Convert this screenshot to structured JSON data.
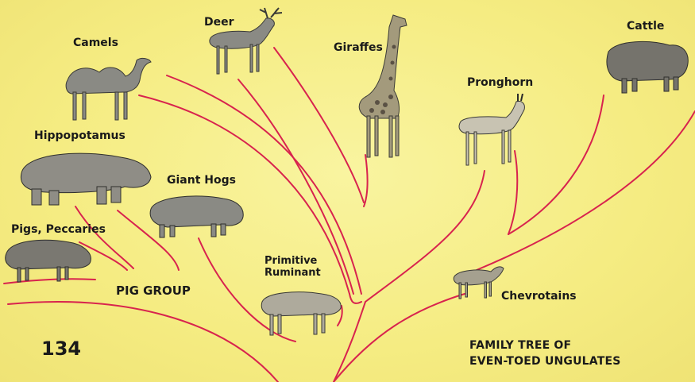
{
  "labels": {
    "camels": "Camels",
    "deer": "Deer",
    "giraffes": "Giraffes",
    "cattle": "Cattle",
    "pronghorn": "Pronghorn",
    "hippopotamus": "Hippopotamus",
    "giant_hogs": "Giant Hogs",
    "pigs_peccaries": "Pigs, Peccaries",
    "primitive_ruminant_line1": "Primitive",
    "primitive_ruminant_line2": "Ruminant",
    "chevrotains": "Chevrotains",
    "pig_group": "PIG GROUP"
  },
  "page_number": "134",
  "caption": {
    "line1": "FAMILY TREE OF",
    "line2": "EVEN-TOED UNGULATES"
  },
  "colors": {
    "background": "#f5ec82",
    "branch": "#d8234e",
    "ink": "#1a1a1a",
    "animal_fill": "#8a8a84"
  },
  "icons": [
    "camel-illustration",
    "deer-illustration",
    "giraffe-illustration",
    "cattle-illustration",
    "pronghorn-illustration",
    "hippopotamus-illustration",
    "giant-hog-illustration",
    "peccary-illustration",
    "primitive-ruminant-illustration",
    "chevrotain-illustration"
  ]
}
